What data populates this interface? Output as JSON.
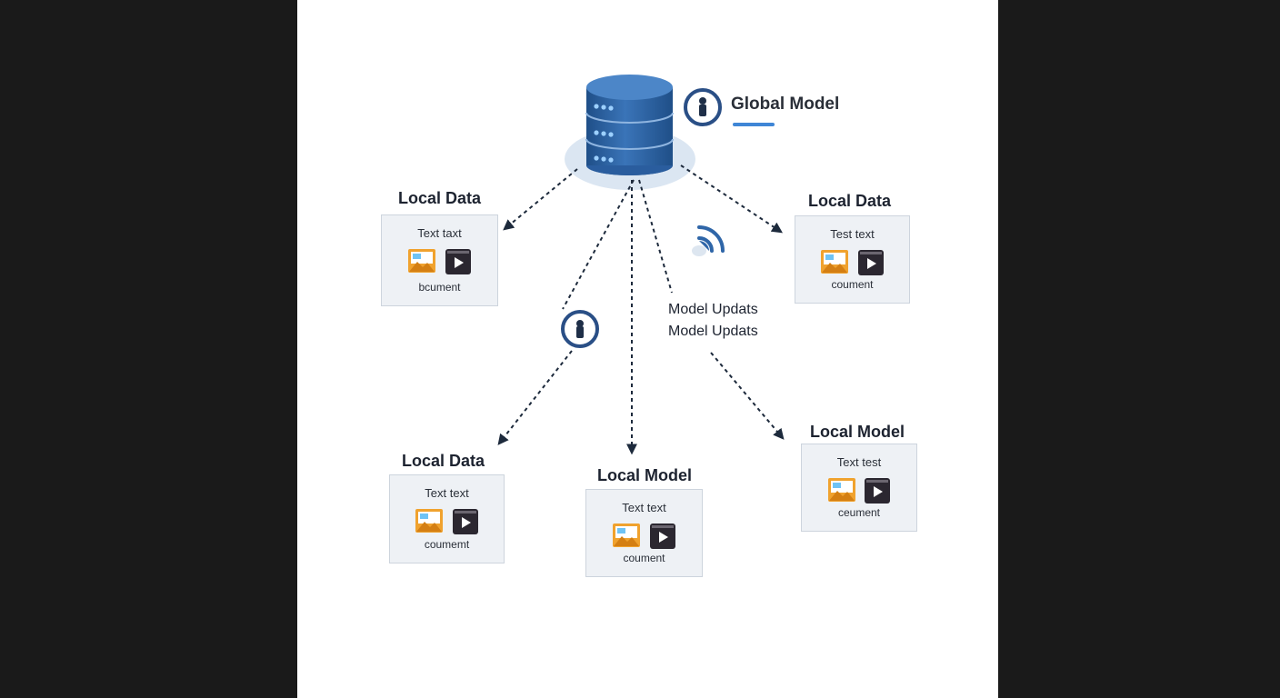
{
  "colors": {
    "page_background": "#1a1a1a",
    "panel_background": "#ffffff",
    "server_blue": "#2f66a8",
    "server_dark": "#1f4f88",
    "arrow": "#1d2a3c",
    "card_fill": "#eef1f5",
    "image_icon": "#f0a22e",
    "accent_blue": "#3f86d6"
  },
  "global_model": {
    "title": "Global Model",
    "icons": [
      "database-server-icon",
      "lock-icon"
    ]
  },
  "update_labels": [
    "Model Updats",
    "Model Updats"
  ],
  "wifi_icon": "wifi-signal-icon",
  "nodes": [
    {
      "title": "Local Data",
      "text_top": "Text taxt",
      "text_bottom": "bcument",
      "icons": [
        "image-icon",
        "video-icon"
      ]
    },
    {
      "title": "Local Data",
      "text_top": "Test text",
      "text_bottom": "coument",
      "icons": [
        "image-icon",
        "video-icon"
      ]
    },
    {
      "title": "Local Data",
      "text_top": "Text text",
      "text_bottom": "coumemt",
      "icons": [
        "image-icon",
        "video-icon"
      ]
    },
    {
      "title": "Local Model",
      "text_top": "Text text",
      "text_bottom": "coument",
      "icons": [
        "image-icon",
        "video-icon"
      ]
    },
    {
      "title": "Local Model",
      "text_top": "Text test",
      "text_bottom": "ceument",
      "icons": [
        "image-icon",
        "video-icon"
      ]
    }
  ]
}
